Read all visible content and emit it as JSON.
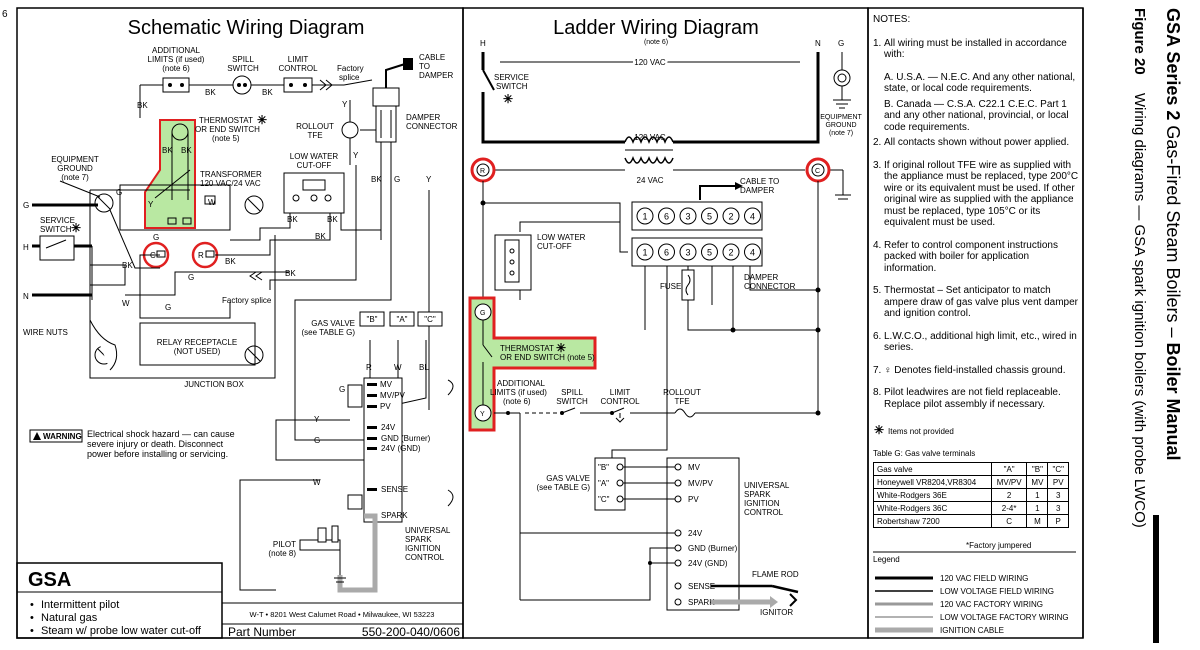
{
  "top_mark": "6",
  "schematic": {
    "title": "Schematic Wiring Diagram",
    "labels": {
      "additional_limits": [
        "ADDITIONAL",
        "LIMITS (if used)",
        "(note 6)"
      ],
      "spill_switch": [
        "SPILL",
        "SWITCH"
      ],
      "limit_control": [
        "LIMIT",
        "CONTROL"
      ],
      "factory_splice": [
        "Factory",
        "splice"
      ],
      "cable_to_damper": [
        "CABLE",
        "TO",
        "DAMPER"
      ],
      "damper_connector": [
        "DAMPER",
        "CONNECTOR"
      ],
      "rollout_tfe": [
        "ROLLOUT",
        "TFE"
      ],
      "thermostat": [
        "THERMOSTAT",
        "OR END SWITCH",
        "(note 5)"
      ],
      "equipment_ground": [
        "EQUIPMENT",
        "GROUND",
        "(note 7)"
      ],
      "transformer": [
        "TRANSFORMER",
        "120 VAC/24 VAC"
      ],
      "low_water_cutoff": [
        "LOW WATER",
        "CUT-OFF"
      ],
      "service_switch": [
        "SERVICE",
        "SWITCH"
      ],
      "wire_nuts": "WIRE NUTS",
      "factory_splice_2": "Factory splice",
      "relay_receptacle": [
        "RELAY RECEPTACLE",
        "(NOT USED)"
      ],
      "junction_box": "JUNCTION BOX",
      "gas_valve": [
        "GAS VALVE",
        "(see TABLE G)"
      ],
      "pilot": [
        "PILOT",
        "(note 8)"
      ],
      "universal_spark": [
        "UNIVERSAL",
        "SPARK",
        "IGNITION",
        "CONTROL"
      ],
      "terminals_abc": [
        "\"B\"",
        "\"A\"",
        "\"C\""
      ],
      "gv_terms": [
        "MV",
        "MV/PV",
        "PV"
      ],
      "ctrl_terms": [
        "24V",
        "GND (Burner)",
        "24V (GND)",
        "SENSE",
        "SPARK"
      ],
      "wire_colors": [
        "BK",
        "G",
        "W",
        "Y",
        "R",
        "BL"
      ],
      "r_mark": "R",
      "c_mark": "C",
      "g_mark": "G",
      "y_mark": "Y",
      "h_mark": "H",
      "n_mark": "N"
    },
    "warning_tag": "WARNING",
    "warning_text": [
      "Electrical shock hazard — can cause",
      "severe injury or death. Disconnect",
      "power before installing or servicing."
    ]
  },
  "ladder": {
    "title": "Ladder Wiring Diagram",
    "note6": "(note 6)",
    "h": "H",
    "n": "N",
    "g": "G",
    "v120": "120 VAC",
    "v120b": "120 VAC",
    "v24": "24 VAC",
    "service_switch": [
      "SERVICE",
      "SWITCH"
    ],
    "equipment_ground": [
      "EQUIPMENT",
      "GROUND",
      "(note 7)"
    ],
    "cable_to_damper": [
      "CABLE TO",
      "DAMPER"
    ],
    "pins_top": [
      "1",
      "6",
      "3",
      "5",
      "2",
      "4"
    ],
    "pins_bottom": [
      "1",
      "6",
      "3",
      "5",
      "2",
      "4"
    ],
    "damper_connector": [
      "DAMPER",
      "CONNECTOR"
    ],
    "fuse": "FUSE",
    "low_water_cutoff": [
      "LOW WATER",
      "CUT-OFF"
    ],
    "thermostat": [
      "THERMOSTAT",
      "OR END SWITCH (note 5)"
    ],
    "additional_limits": [
      "ADDITIONAL",
      "LIMITS (if used)",
      "(note 6)"
    ],
    "spill_switch": [
      "SPILL",
      "SWITCH"
    ],
    "limit_control": [
      "LIMIT",
      "CONTROL"
    ],
    "rollout_tfe": [
      "ROLLOUT",
      "TFE"
    ],
    "gas_valve": [
      "GAS VALVE",
      "(see TABLE G)"
    ],
    "abc": [
      "\"B\"",
      "\"A\"",
      "\"C\""
    ],
    "gv_terms": [
      "MV",
      "MV/PV",
      "PV"
    ],
    "ctrl": [
      "24V",
      "GND (Burner)",
      "24V (GND)",
      "SENSE",
      "SPARK"
    ],
    "universal_spark": [
      "UNIVERSAL",
      "SPARK",
      "IGNITION",
      "CONTROL"
    ],
    "flame_rod": "FLAME ROD",
    "ignitor": "IGNITOR",
    "r": "R",
    "c": "C",
    "gy_g": "G",
    "gy_y": "Y"
  },
  "gsa_box": {
    "title": "GSA",
    "bullets": [
      "Intermittent pilot",
      "Natural gas",
      "Steam w/ probe low water cut-off"
    ]
  },
  "footer": {
    "address": "W-T • 8201 West Calumet Road • Milwaukee, WI 53223",
    "part_label": "Part Number",
    "part_number": "550-200-040/0606"
  },
  "notes": {
    "heading": "NOTES:",
    "items": [
      {
        "n": "1.",
        "text": "All wiring must be installed in accordance with:"
      },
      {
        "n": "",
        "text": "A. U.S.A. — N.E.C. And any other national, state, or local code requirements."
      },
      {
        "n": "",
        "text": "B. Canada — C.S.A. C22.1 C.E.C. Part 1 and any other national, provincial, or local code requirements."
      },
      {
        "n": "2.",
        "text": "All contacts shown without power applied."
      },
      {
        "n": "3.",
        "text": "If original rollout TFE wire as supplied with the appliance must be replaced, type 200°C wire or its equivalent must be used. If other original wire as supplied with the appliance must be replaced, type 105°C or its equivalent must be used."
      },
      {
        "n": "4.",
        "text": "Refer to control component instructions packed with boiler for application information."
      },
      {
        "n": "5.",
        "text": "Thermostat – Set anticipator to match ampere draw of gas valve plus vent damper and ignition control."
      },
      {
        "n": "6.",
        "text": "L.W.C.O., additional high limit, etc., wired in series."
      },
      {
        "n": "7.",
        "text": "♀ Denotes field-installed chassis ground."
      },
      {
        "n": "8.",
        "text": "Pilot leadwires are not field replaceable. Replace pilot assembly if necessary."
      }
    ],
    "not_provided": "Items not provided"
  },
  "table_g": {
    "caption": "Table G: Gas valve terminals",
    "headers": [
      "Gas valve",
      "\"A\"",
      "\"B\"",
      "\"C\""
    ],
    "rows": [
      [
        "Honeywell VR8204,VR8304",
        "MV/PV",
        "MV",
        "PV"
      ],
      [
        "White-Rodgers 36E",
        "2",
        "1",
        "3"
      ],
      [
        "White-Rodgers 36C",
        "2-4*",
        "1",
        "3"
      ],
      [
        "Robertshaw 7200",
        "C",
        "M",
        "P"
      ]
    ],
    "footnote": "*Factory jumpered"
  },
  "legend": {
    "title": "Legend",
    "items": [
      "120 VAC FIELD WIRING",
      "LOW VOLTAGE FIELD WIRING",
      "120 VAC FACTORY WIRING",
      "LOW VOLTAGE FACTORY WIRING",
      "IGNITION CABLE"
    ]
  },
  "side": {
    "title_bold": "GSA Series 2",
    "title_rest": " Gas-Fired Steam Boilers – ",
    "title_end": "Boiler Manual",
    "figure": "Figure 20",
    "subtitle": "Wiring diagrams — GSA spark ignition boilers (with probe LWCO)"
  },
  "colors": {
    "highlight_fill": "#b9e8a2",
    "highlight_stroke": "#e02020",
    "line": "#000000",
    "factory": "#9a9a9a"
  }
}
